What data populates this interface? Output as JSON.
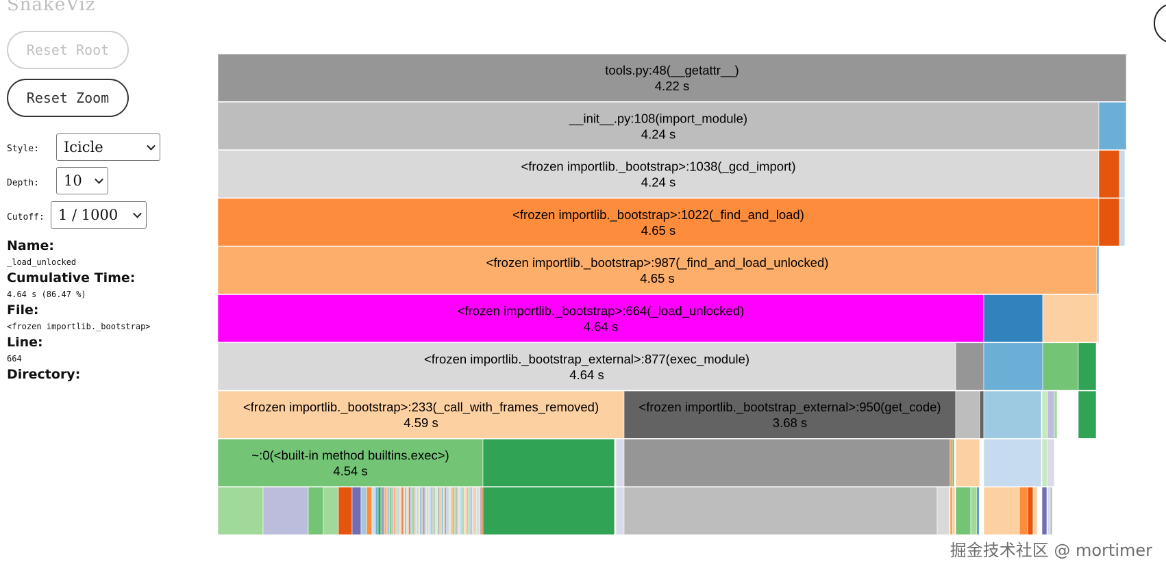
{
  "app": {
    "title": "SnakeViz"
  },
  "buttons": {
    "reset_root": "Reset Root",
    "reset_zoom": "Reset Zoom"
  },
  "controls": {
    "style_label": "Style:",
    "style_value": "Icicle",
    "depth_label": "Depth:",
    "depth_value": "10",
    "cutoff_label": "Cutoff:",
    "cutoff_value": "1 / 1000"
  },
  "info": {
    "name_label": "Name:",
    "name_value": "_load_unlocked",
    "cumtime_label": "Cumulative Time:",
    "cumtime_value": "4.64 s (86.47 %)",
    "file_label": "File:",
    "file_value": "<frozen importlib._bootstrap>",
    "line_label": "Line:",
    "line_value": "664",
    "directory_label": "Directory:",
    "directory_value": ""
  },
  "icicle": {
    "labeled_blocks": [
      {
        "name": "tools.py:48(__getattr__)",
        "time": "4.22 s",
        "color": "#969696"
      },
      {
        "name": "__init__.py:108(import_module)",
        "time": "4.24 s",
        "color": "#bdbdbd"
      },
      {
        "name": "<frozen importlib._bootstrap>:1038(_gcd_import)",
        "time": "4.24 s",
        "color": "#d9d9d9"
      },
      {
        "name": "<frozen importlib._bootstrap>:1022(_find_and_load)",
        "time": "4.65 s",
        "color": "#fd8d3c"
      },
      {
        "name": "<frozen importlib._bootstrap>:987(_find_and_load_unlocked)",
        "time": "4.65 s",
        "color": "#fdae6b"
      },
      {
        "name": "<frozen importlib._bootstrap>:664(_load_unlocked)",
        "time": "4.64 s",
        "color": "#ff00ff"
      },
      {
        "name": "<frozen importlib._bootstrap_external>:877(exec_module)",
        "time": "4.64 s",
        "color": "#d9d9d9"
      },
      {
        "name": "<frozen importlib._bootstrap>:233(_call_with_frames_removed)",
        "time": "4.59 s",
        "color": "#fdd0a2"
      },
      {
        "name": "<frozen importlib._bootstrap_external>:950(get_code)",
        "time": "3.68 s",
        "color": "#636363"
      },
      {
        "name": "~:0(<built-in method builtins.exec>)",
        "time": "4.54 s",
        "color": "#74c476"
      }
    ]
  },
  "watermark": "掘金技术社区 @ mortimer"
}
